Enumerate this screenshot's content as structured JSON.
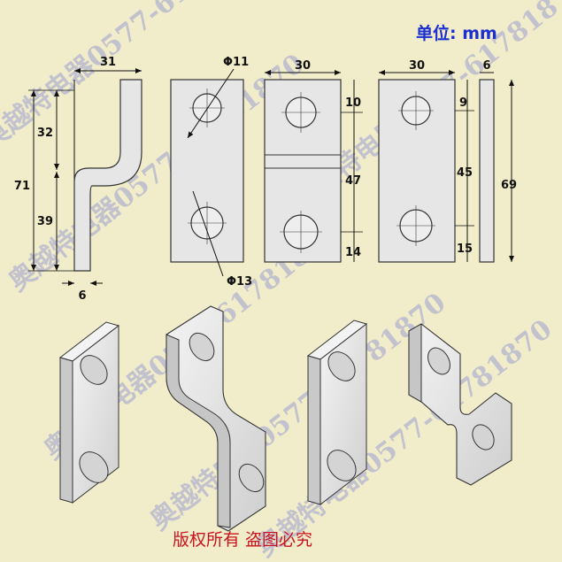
{
  "unit_label": "单位: mm",
  "dimensions": {
    "v1_top_width": "31",
    "v1_upper": "32",
    "v1_total": "71",
    "v1_lower": "39",
    "v1_thickness": "6",
    "v2_hole_top": "Φ11",
    "v2_hole_bottom": "Φ13",
    "v3_width": "30",
    "v3_top": "10",
    "v3_mid": "47",
    "v3_bottom": "14",
    "v4_width": "30",
    "v4_top": "9",
    "v4_mid": "45",
    "v4_bottom": "15",
    "v5_thickness": "6",
    "v5_height": "69"
  },
  "copyright": "版权所有  盗图必究",
  "watermark": "奥越特电器0577-61781870",
  "colors": {
    "background": "#f1ecc9",
    "part_fill": "#e6e6e6",
    "part_stroke": "#333333",
    "title": "#1c2fd0",
    "copyright": "#c8141e",
    "watermark": "#8b8fd6"
  }
}
